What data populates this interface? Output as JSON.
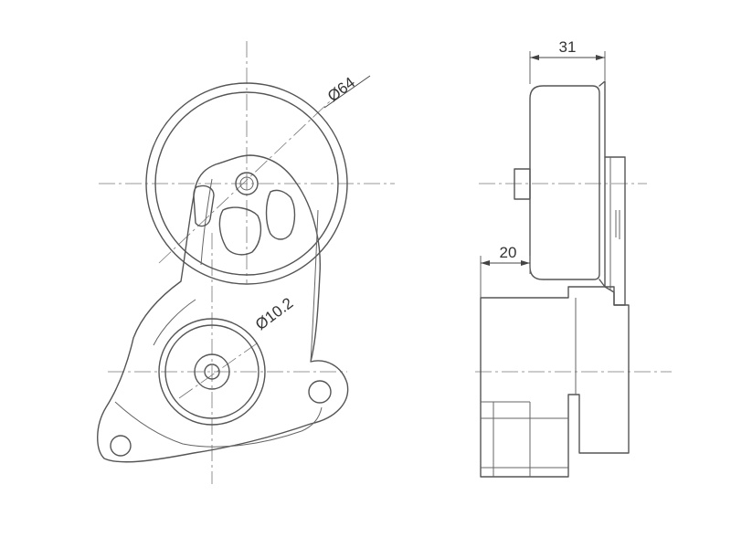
{
  "drawing": {
    "dimensions": {
      "pulley_diameter": "Ø64",
      "bolt_hole_diameter": "Ø10.2",
      "width_total": "31",
      "width_offset": "20"
    }
  }
}
